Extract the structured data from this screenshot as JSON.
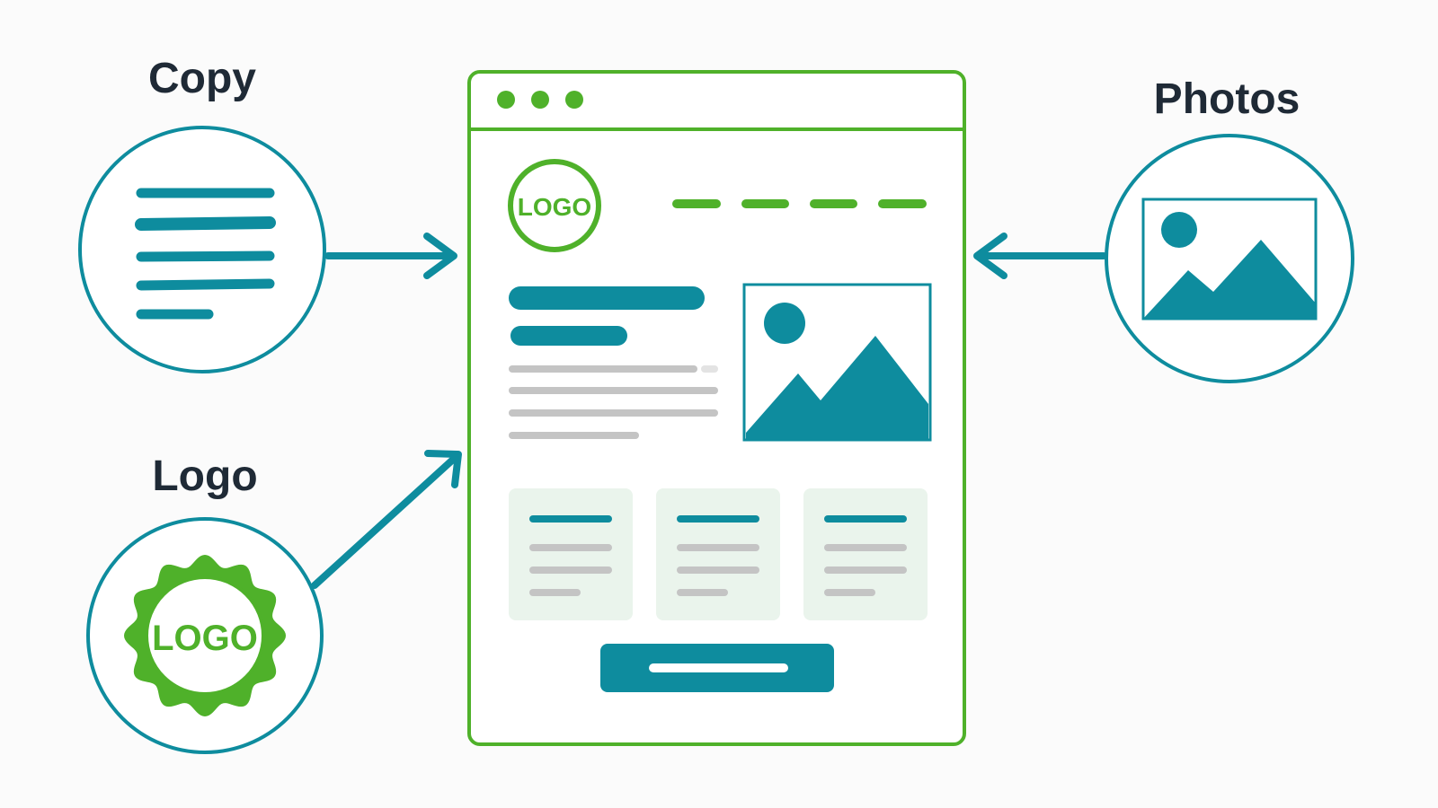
{
  "inputs": {
    "copy": {
      "label": "Copy"
    },
    "photos": {
      "label": "Photos"
    },
    "logo": {
      "label": "Logo",
      "badge_text": "LOGO"
    }
  },
  "page_mockup": {
    "logo_text": "LOGO",
    "window_controls": 3,
    "nav_items": 4,
    "cards": 3,
    "has_hero_image": true,
    "has_cta_button": true
  },
  "colors": {
    "teal": "#0e8c9e",
    "green": "#4fb12a",
    "gray": "#c4c4c4",
    "card_bg": "#eaf4ec",
    "text": "#1f2a36"
  },
  "icons": {
    "copy": "text-lines-icon",
    "photos": "image-icon",
    "logo": "badge-icon",
    "arrows": "arrow-icon"
  }
}
